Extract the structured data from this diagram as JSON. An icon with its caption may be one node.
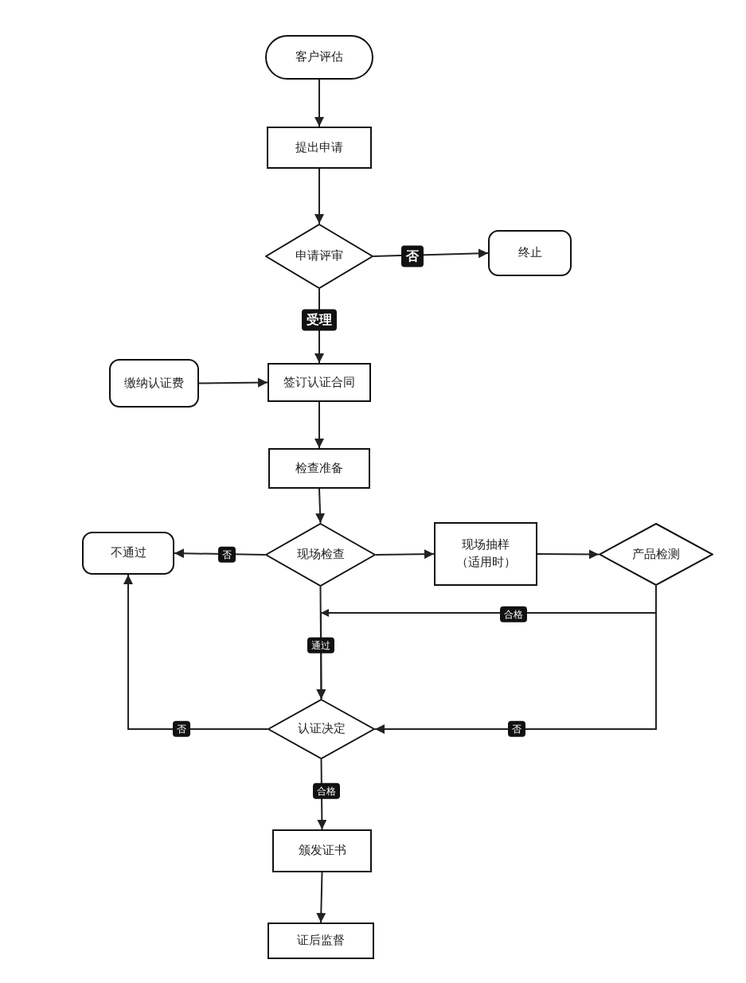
{
  "diagram": {
    "nodes": [
      {
        "text": [
          "客户评估"
        ]
      },
      {
        "text": [
          "提出申请"
        ]
      },
      {
        "text": [
          "申请评审"
        ]
      },
      {
        "text": [
          "终止"
        ]
      },
      {
        "text": [
          "缴纳认证费"
        ]
      },
      {
        "text": [
          "签订认证合同"
        ]
      },
      {
        "text": [
          "检查准备"
        ]
      },
      {
        "text": [
          "现场检查"
        ]
      },
      {
        "text": [
          "不通过"
        ]
      },
      {
        "text": [
          "现场抽样（适用时）"
        ]
      },
      {
        "text": [
          "产品检测"
        ]
      },
      {
        "text": [
          "认证决定"
        ]
      },
      {
        "text": [
          "颁发证书"
        ]
      },
      {
        "text": [
          "证后监督"
        ]
      }
    ],
    "edges": [
      {
        "from": 0,
        "to": 1,
        "arrow": "to"
      },
      {
        "from": 1,
        "to": 2,
        "arrow": "to"
      },
      {
        "from": 2,
        "to": 3,
        "arrow": "to",
        "label": "否"
      },
      {
        "from": 2,
        "to": 5,
        "arrow": "to",
        "label": "受理"
      },
      {
        "from": 4,
        "to": 5,
        "arrow": "to"
      },
      {
        "from": 5,
        "to": 6,
        "arrow": "to"
      },
      {
        "from": 6,
        "to": 7,
        "arrow": "to"
      },
      {
        "from": 7,
        "to": 8,
        "arrow": "to",
        "label": "否"
      },
      {
        "from": 7,
        "to": 9,
        "arrow": "to"
      },
      {
        "from": 9,
        "to": 10,
        "arrow": "to"
      },
      {
        "from": 10,
        "to": 11,
        "arrow": "to",
        "label": "合格"
      },
      {
        "from": 7,
        "to": 11,
        "arrow": "to",
        "label": "通过"
      },
      {
        "from": 10,
        "to": 11,
        "arrow": "to",
        "label": "否"
      },
      {
        "from": 11,
        "to": 8,
        "arrow": "to",
        "label": "否"
      },
      {
        "from": 11,
        "to": 12,
        "arrow": "to",
        "label": "合格"
      },
      {
        "from": 12,
        "to": 13,
        "arrow": "to"
      }
    ]
  }
}
